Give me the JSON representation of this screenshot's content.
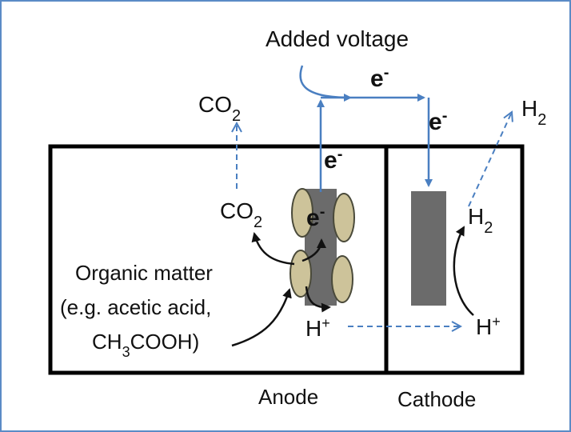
{
  "diagram": {
    "title": "Added voltage",
    "electron": "e",
    "electron_sup": "-",
    "co2": {
      "base": "CO",
      "sub": "2"
    },
    "h2": {
      "base": "H",
      "sub": "2"
    },
    "hplus": {
      "base": "H",
      "sup": "+"
    },
    "organic": {
      "line1": "Organic matter",
      "line2": "(e.g. acetic acid,",
      "line3_pre": "CH",
      "line3_sub": "3",
      "line3_post": "COOH)"
    },
    "anode_label": "Anode",
    "cathode_label": "Cathode",
    "colors": {
      "frame": "#5b8bc6",
      "arrow_blue": "#4a7fc1",
      "electrode": "#6b6b6b",
      "bacteria_fill": "#cdc39a",
      "bacteria_stroke": "#4a4a3a"
    }
  }
}
